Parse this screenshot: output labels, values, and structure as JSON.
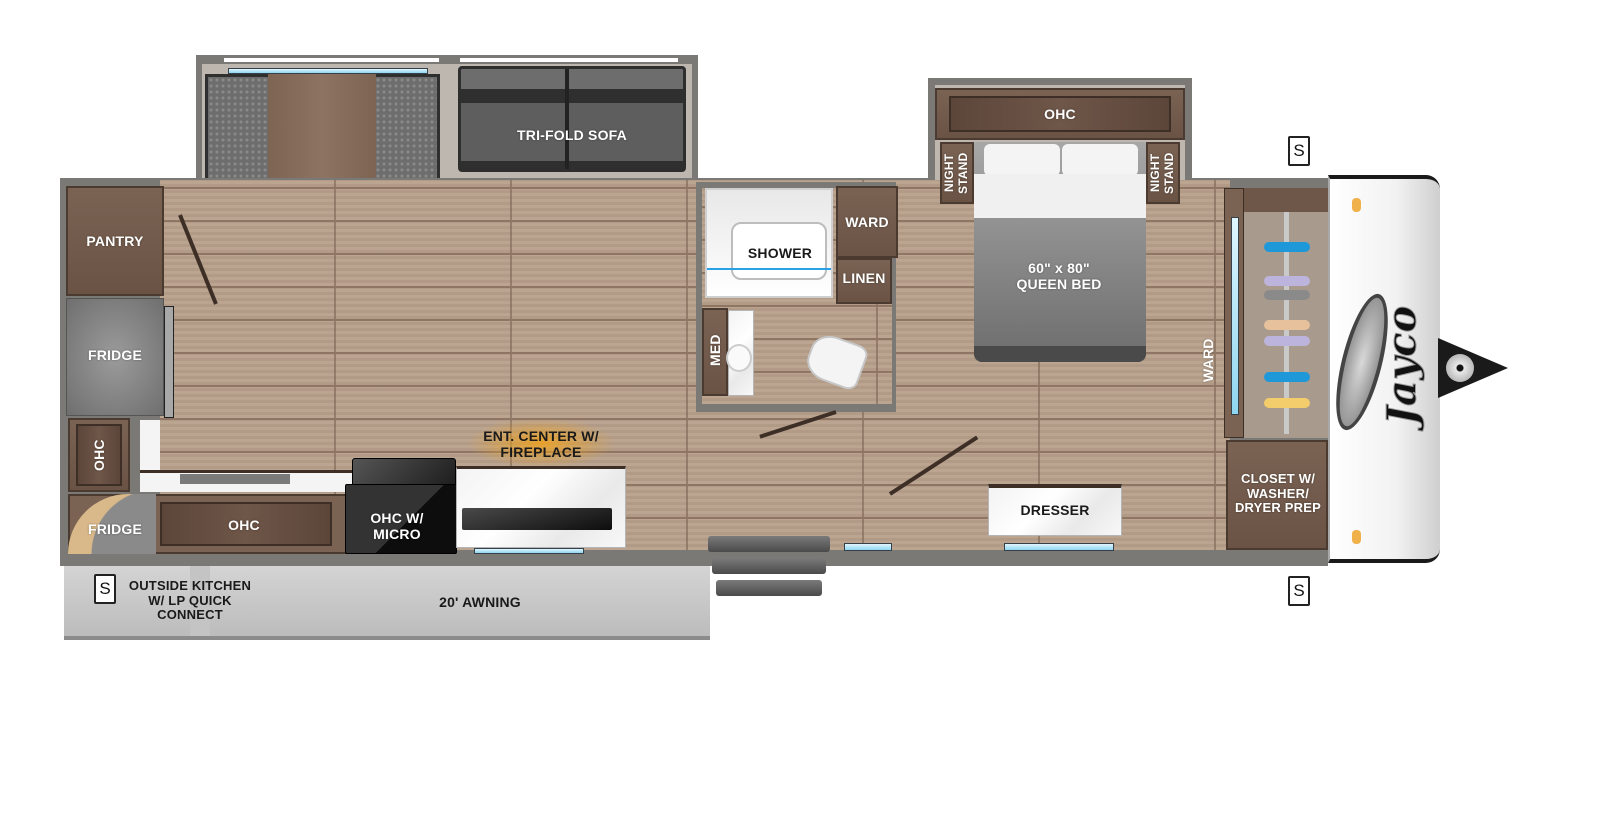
{
  "floorplan": {
    "brand": "Jayco",
    "rooms": {
      "pantry": "PANTRY",
      "fridge_main": "FRIDGE",
      "ohc_left_vertical": "OHC",
      "fridge_outside": "FRIDGE",
      "ohc_kitchen": "OHC",
      "ohc_micro": "OHC W/ MICRO",
      "ent_center": "ENT. CENTER W/ FIREPLACE",
      "tri_fold_sofa": "TRI-FOLD SOFA",
      "shower": "SHOWER",
      "ward_bath": "WARD",
      "linen": "LINEN",
      "med": "MED",
      "ohc_bedroom": "OHC",
      "night_stand_left": "NIGHT STAND",
      "night_stand_right": "NIGHT STAND",
      "queen_bed": "60\" x 80\" QUEEN BED",
      "ward_front": "WARD",
      "closet": "CLOSET W/ WASHER/ DRYER PREP",
      "dresser": "DRESSER",
      "outside_kitchen": "OUTSIDE KITCHEN W/ LP QUICK CONNECT",
      "awning": "20' AWNING"
    },
    "stabilizer_marks": [
      {
        "id": "rear-curbside",
        "label": "S"
      },
      {
        "id": "front-roadside",
        "label": "S"
      },
      {
        "id": "front-curbside",
        "label": "S"
      }
    ],
    "colors": {
      "floor": "#b7a08b",
      "cabinet": "#6a5345",
      "wall": "#7b7976",
      "fireplace_glow": "#f0a21b",
      "window": "#8fd6f0",
      "sofa": "#5a5a5a",
      "cap": "#f2f2f2"
    }
  }
}
